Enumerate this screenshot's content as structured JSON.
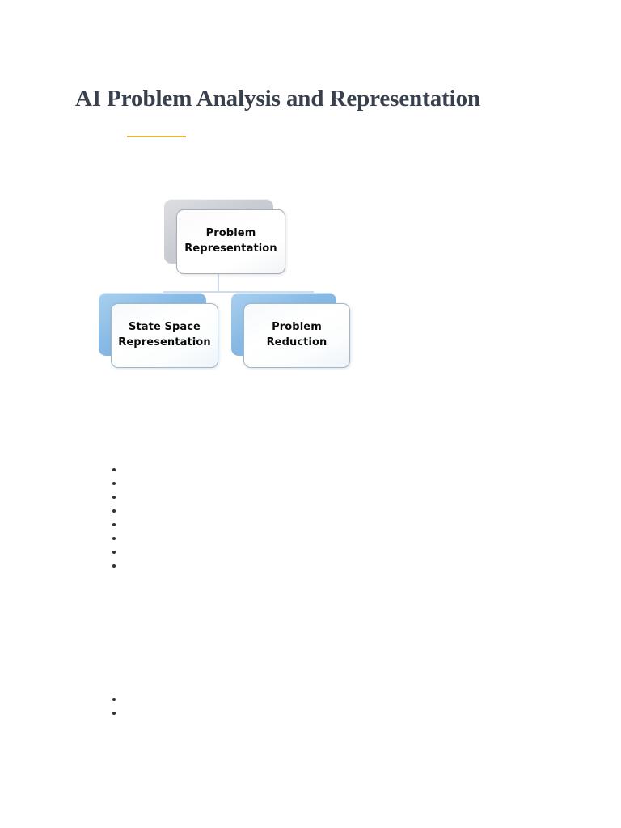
{
  "document": {
    "title": "AI Problem Analysis and Representation",
    "divider_color": "#edb23c",
    "title_color": "#39404d",
    "background_color": "#ffffff"
  },
  "diagram": {
    "name": "problem-representation-hierarchy",
    "type": "hierarchy",
    "root": {
      "label": "Problem\nRepresentation",
      "line1": "Problem",
      "line2": "Representation",
      "card_color": "#c9ccd2",
      "front_color": "#ffffff"
    },
    "children": [
      {
        "label": "State Space\nRepresentation",
        "line1": "State Space",
        "line2": "Representation",
        "card_color": "#87b9e4",
        "front_color": "#ffffff"
      },
      {
        "label": "Problem\nReduction",
        "line1": "Problem",
        "line2": "Reduction",
        "card_color": "#87b9e4",
        "front_color": "#ffffff"
      }
    ],
    "connector_color": "#cfdced"
  },
  "bullets": {
    "primary": [
      "",
      "",
      "",
      "",
      "",
      "",
      "",
      ""
    ],
    "secondary": [
      "",
      ""
    ],
    "marker_color": "#2e323c"
  }
}
